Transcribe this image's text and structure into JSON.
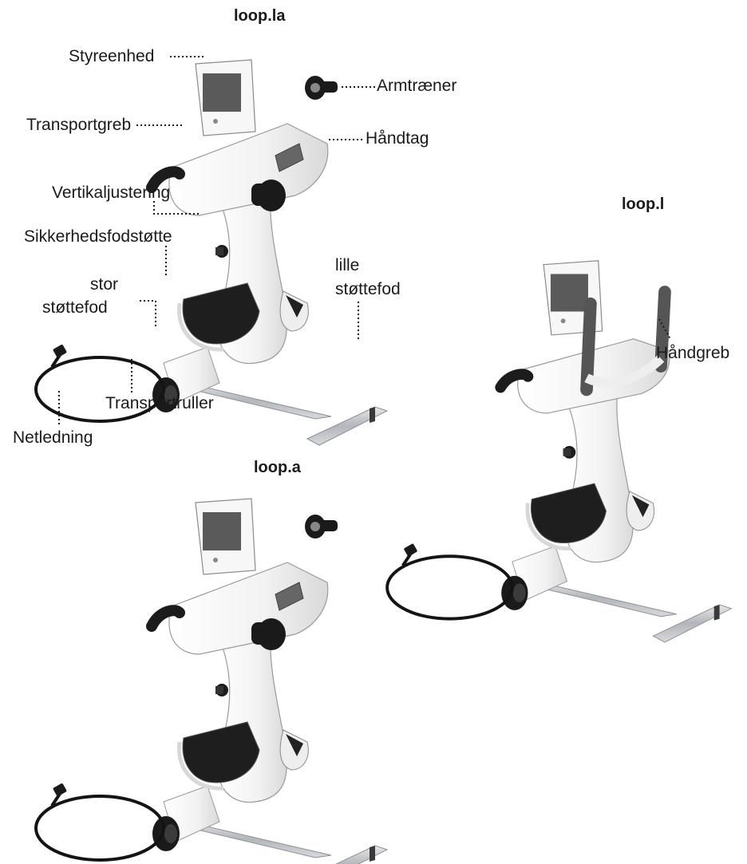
{
  "models": [
    {
      "name": "loop.la"
    },
    {
      "name": "loop.l"
    },
    {
      "name": "loop.a"
    }
  ],
  "labels": {
    "styreenhed": "Styreenhed",
    "armtraener": "Armtræner",
    "transportgreb": "Transportgreb",
    "haandtag": "Håndtag",
    "vertikaljustering": "Vertikaljustering",
    "sikkerhedsfodstotte": "Sikkerhedsfodstøtte",
    "stor_line1": "stor",
    "stor_line2": "støttefod",
    "lille_line1": "lille",
    "lille_line2": "støttefod",
    "netledning": "Netledning",
    "transportruller": "Transportruller",
    "haandgreb": "Håndgreb"
  },
  "colors": {
    "body": "#f4f4f4",
    "outline": "#8a8a8a",
    "dark": "#1c1c1c",
    "steel": "#b9bcc0",
    "screen": "#555555"
  },
  "icons": [
    "bike-loop-la",
    "bike-loop-l",
    "bike-loop-a"
  ]
}
